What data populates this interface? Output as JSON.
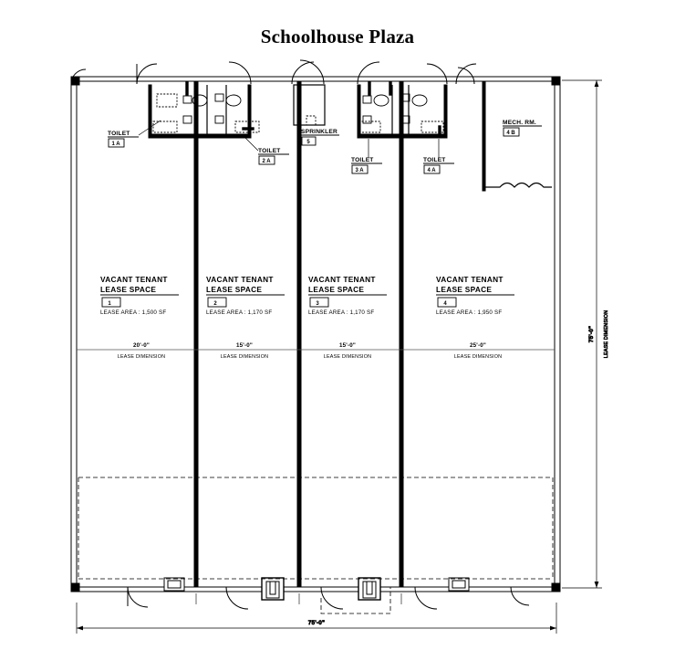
{
  "drawing": {
    "title": "Schoolhouse Plaza",
    "type": "architectural-floor-plan",
    "ink_color": "#000000",
    "paper_color": "#ffffff"
  },
  "tenant_spaces": [
    {
      "heading_line1": "VACANT TENANT",
      "heading_line2": "LEASE SPACE",
      "number": "1",
      "area_label": "LEASE AREA  :   1,500 SF",
      "lease_dimension": "20'-0\"",
      "lease_dimension_label": "LEASE DIMENSION"
    },
    {
      "heading_line1": "VACANT TENANT",
      "heading_line2": "LEASE SPACE",
      "number": "2",
      "area_label": "LEASE AREA  :   1,170 SF",
      "lease_dimension": "15'-0\"",
      "lease_dimension_label": "LEASE DIMENSION"
    },
    {
      "heading_line1": "VACANT TENANT",
      "heading_line2": "LEASE SPACE",
      "number": "3",
      "area_label": "LEASE AREA  :   1,170 SF",
      "lease_dimension": "15'-0\"",
      "lease_dimension_label": "LEASE DIMENSION"
    },
    {
      "heading_line1": "VACANT TENANT",
      "heading_line2": "LEASE SPACE",
      "number": "4",
      "area_label": "LEASE AREA  :   1,950 SF",
      "lease_dimension": "25'-0\"",
      "lease_dimension_label": "LEASE DIMENSION"
    }
  ],
  "rooms": [
    {
      "name": "TOILET",
      "number": "1 A"
    },
    {
      "name": "TOILET",
      "number": "2 A"
    },
    {
      "name": "SPRINKLER",
      "number": "5"
    },
    {
      "name": "TOILET",
      "number": "3 A"
    },
    {
      "name": "TOILET",
      "number": "4 A"
    },
    {
      "name": "MECH. RM.",
      "number": "4 B"
    }
  ],
  "overall_dimensions": {
    "bottom_value": "75'-0\"",
    "right_value": "75'-0\"",
    "right_label": "LEASE DIMENSION"
  }
}
